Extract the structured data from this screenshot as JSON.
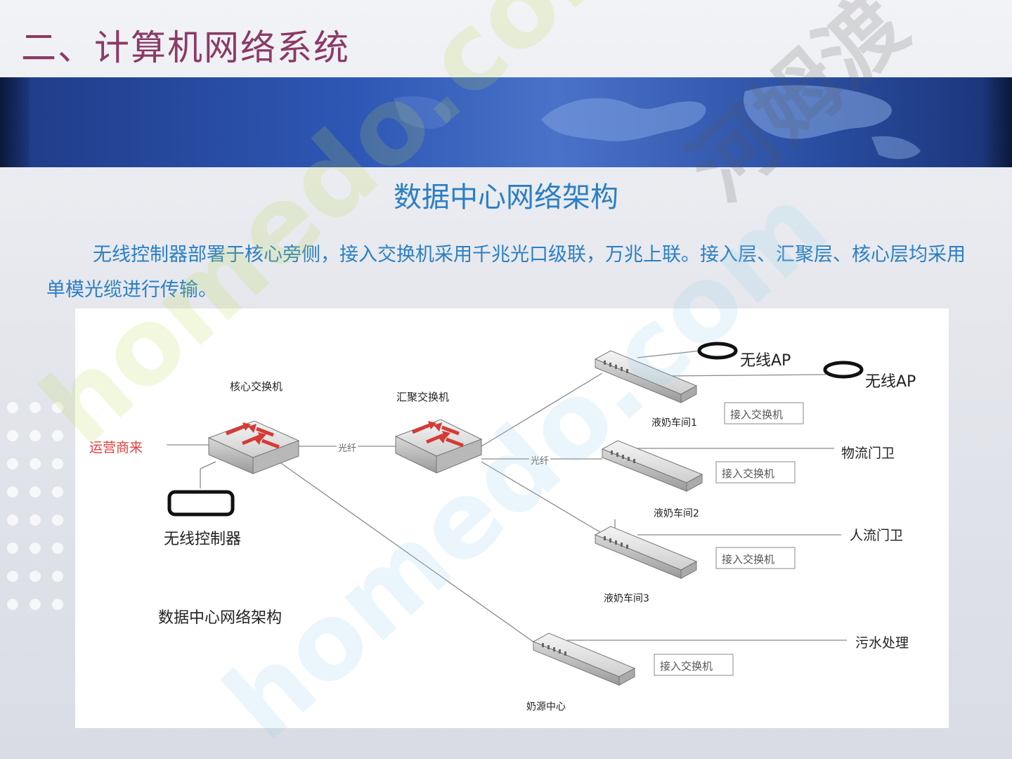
{
  "slide": {
    "title": "二、计算机网络系统",
    "section_title": "数据中心网络架构",
    "body": "无线控制器部署于核心旁侧，接入交换机采用千兆光口级联，万兆上联。接入层、汇聚层、核心层均采用单模光缆进行传输。"
  },
  "diagram": {
    "core_switch": "核心交换机",
    "agg_switch": "汇聚交换机",
    "isp": "运营商来",
    "fiber_1": "光纤",
    "fiber_2": "光纤",
    "wireless_controller": "无线控制器",
    "caption": "数据中心网络架构",
    "ap_1": "无线AP",
    "ap_2": "无线AP",
    "workshop_1": "液奶车间1",
    "workshop_2": "液奶车间2",
    "workshop_3": "液奶车间3",
    "milk_source": "奶源中心",
    "access_1": "接入交换机",
    "access_2": "接入交换机",
    "access_3": "接入交换机",
    "access_4": "接入交换机",
    "logistics_gate": "物流门卫",
    "people_gate": "人流门卫",
    "sewage": "污水处理"
  },
  "watermark": {
    "text_1": "homedo.com",
    "text_2": "homedo.com",
    "text_3": "河姆渡"
  },
  "colors": {
    "title": "#8b3a66",
    "section": "#2b7fc4",
    "isp_label": "#e0403d",
    "switch_arrows": "#d63a35",
    "watermark_green": "#bcd94a",
    "watermark_blue": "#8fd0ea"
  }
}
